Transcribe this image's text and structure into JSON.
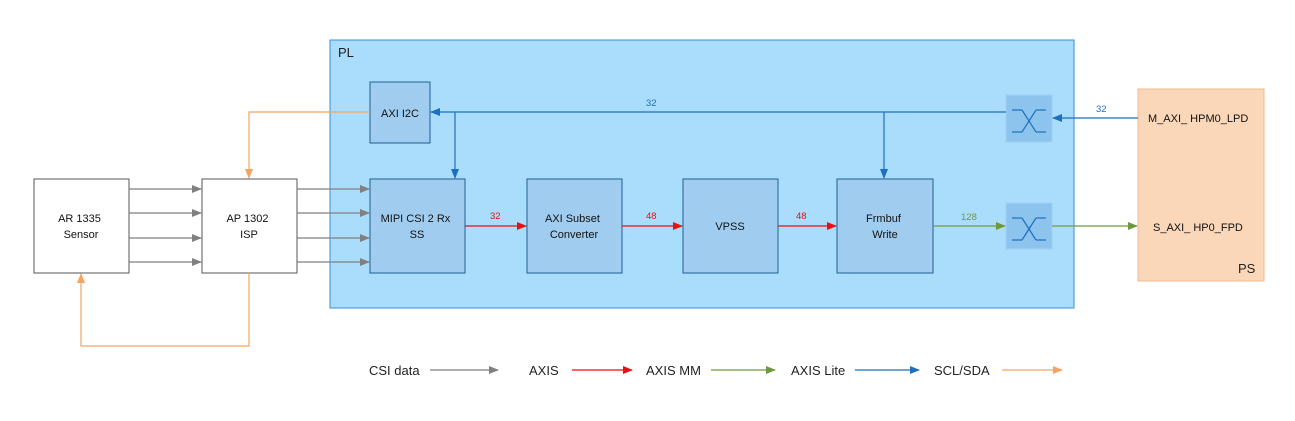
{
  "regions": {
    "pl_label": "PL",
    "ps_label": "PS"
  },
  "blocks": {
    "sensor": [
      "AR 1335",
      "Sensor"
    ],
    "isp": [
      "AP 1302",
      "ISP"
    ],
    "axi_i2c": [
      "AXI I2C"
    ],
    "mipi": [
      "MIPI CSI 2 Rx",
      "SS"
    ],
    "subset": [
      "AXI Subset",
      "Converter"
    ],
    "vpss": [
      "VPSS"
    ],
    "frmbuf": [
      "Frmbuf",
      "Write"
    ],
    "hpm0": [
      "M_AXI_ HPM0_LPD"
    ],
    "hp0": [
      "S_AXI_ HP0_FPD"
    ]
  },
  "widths": {
    "lite_bus": "32",
    "hpm0_in": "32",
    "mipi_to_subset": "32",
    "subset_to_vpss": "48",
    "vpss_to_frmbuf": "48",
    "frmbuf_out": "128"
  },
  "legend": [
    {
      "label": "CSI data",
      "color": "#808080"
    },
    {
      "label": "AXIS",
      "color": "#e81010"
    },
    {
      "label": "AXIS MM",
      "color": "#6f9a3c"
    },
    {
      "label": "AXIS Lite",
      "color": "#1f6fbf"
    },
    {
      "label": "SCL/SDA",
      "color": "#f4a460"
    }
  ],
  "colors": {
    "pl_fill": "#aadcfb",
    "block_fill": "#a0cdef",
    "block_stroke": "#1e5f96",
    "ps_fill": "#fad7b9"
  }
}
